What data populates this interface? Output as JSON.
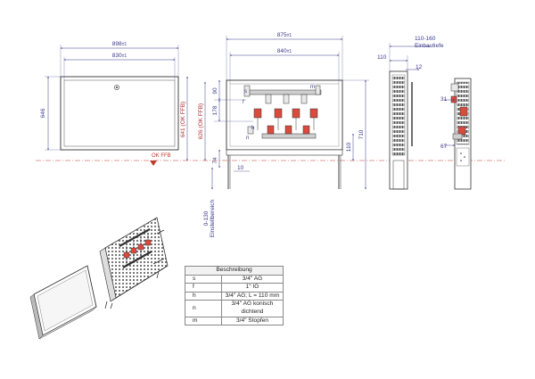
{
  "front_view": {
    "dims": [
      "898",
      "830",
      "646"
    ],
    "dim_suffix": "±1"
  },
  "side_dims": {
    "h641": "641 (OK FFB)",
    "h626": "626 (OK FFB)"
  },
  "manifold_view": {
    "dims_top": [
      "875",
      "840"
    ],
    "dim_suffix": "±1",
    "dims_left": [
      "90",
      "178",
      "74"
    ],
    "dims_right": [
      "710",
      "110"
    ],
    "dims_bottom": [
      "10"
    ],
    "floor_label": "OK FFB",
    "install_range": "0-130",
    "install_label": "Einstellbereich",
    "part_markers": [
      "s",
      "f",
      "h",
      "n",
      "m"
    ]
  },
  "profile_view": {
    "dims": [
      "110",
      "110-160",
      "12"
    ],
    "depth_label": "Einbautiefe"
  },
  "detail_view": {
    "dims": [
      "31",
      "67"
    ]
  },
  "legend": {
    "header": "Beschreibung",
    "rows": [
      {
        "key": "s",
        "desc": "3/4\" AG"
      },
      {
        "key": "f",
        "desc": "1\" IG"
      },
      {
        "key": "h",
        "desc": "3/4\" AG; L = 110 mm"
      },
      {
        "key": "n",
        "desc": "3/4\" AG konisch dichtend"
      },
      {
        "key": "m",
        "desc": "3/4\" Stopfen"
      }
    ]
  },
  "colors": {
    "dimension": "#3a3a8c",
    "floor_line": "#c0392b",
    "part_red": "#d94b3d",
    "outline": "#333333"
  }
}
